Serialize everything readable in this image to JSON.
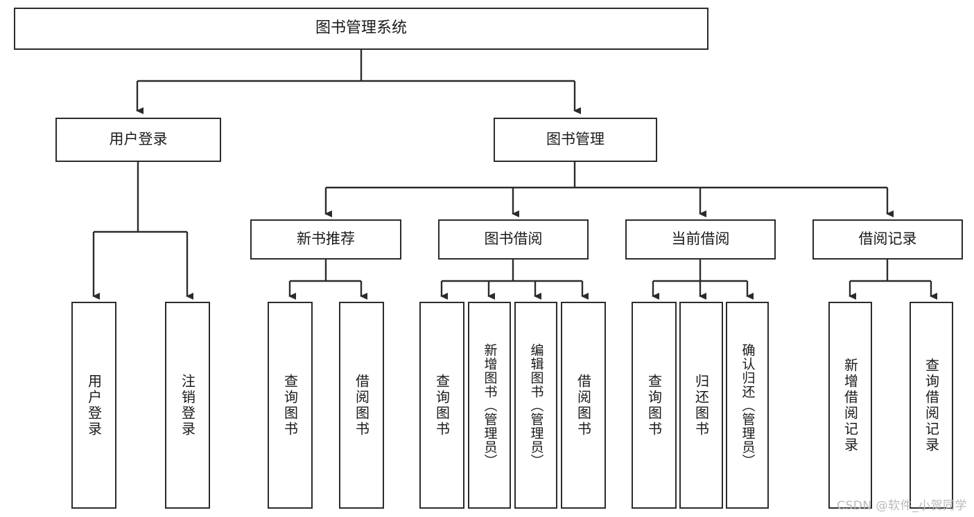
{
  "diagram": {
    "type": "tree",
    "title": "图书管理系统",
    "watermark": "CSDN @软件_小贺同学",
    "colors": {
      "stroke": "#2b2b2b",
      "fill": "#ffffff",
      "text": "#1a1a1a",
      "watermark": "#b9b9b9"
    },
    "root": {
      "label": "图书管理系统"
    },
    "level2": [
      {
        "label": "用户登录"
      },
      {
        "label": "图书管理"
      }
    ],
    "level3": [
      {
        "label": "新书推荐"
      },
      {
        "label": "图书借阅"
      },
      {
        "label": "当前借阅"
      },
      {
        "label": "借阅记录"
      }
    ],
    "leaves": {
      "user_login": [
        {
          "label": "用户登录"
        },
        {
          "label": "注销登录"
        }
      ],
      "new_book": [
        {
          "label": "查询图书"
        },
        {
          "label": "借阅图书"
        }
      ],
      "book_borrow": [
        {
          "label": "查询图书"
        },
        {
          "label": "新增图书（管理员）"
        },
        {
          "label": "编辑图书（管理员）"
        },
        {
          "label": "借阅图书"
        }
      ],
      "current_borrow": [
        {
          "label": "查询图书"
        },
        {
          "label": "归还图书"
        },
        {
          "label": "确认归还（管理员）"
        }
      ],
      "borrow_record": [
        {
          "label": "新增借阅记录"
        },
        {
          "label": "查询借阅记录"
        }
      ]
    }
  }
}
